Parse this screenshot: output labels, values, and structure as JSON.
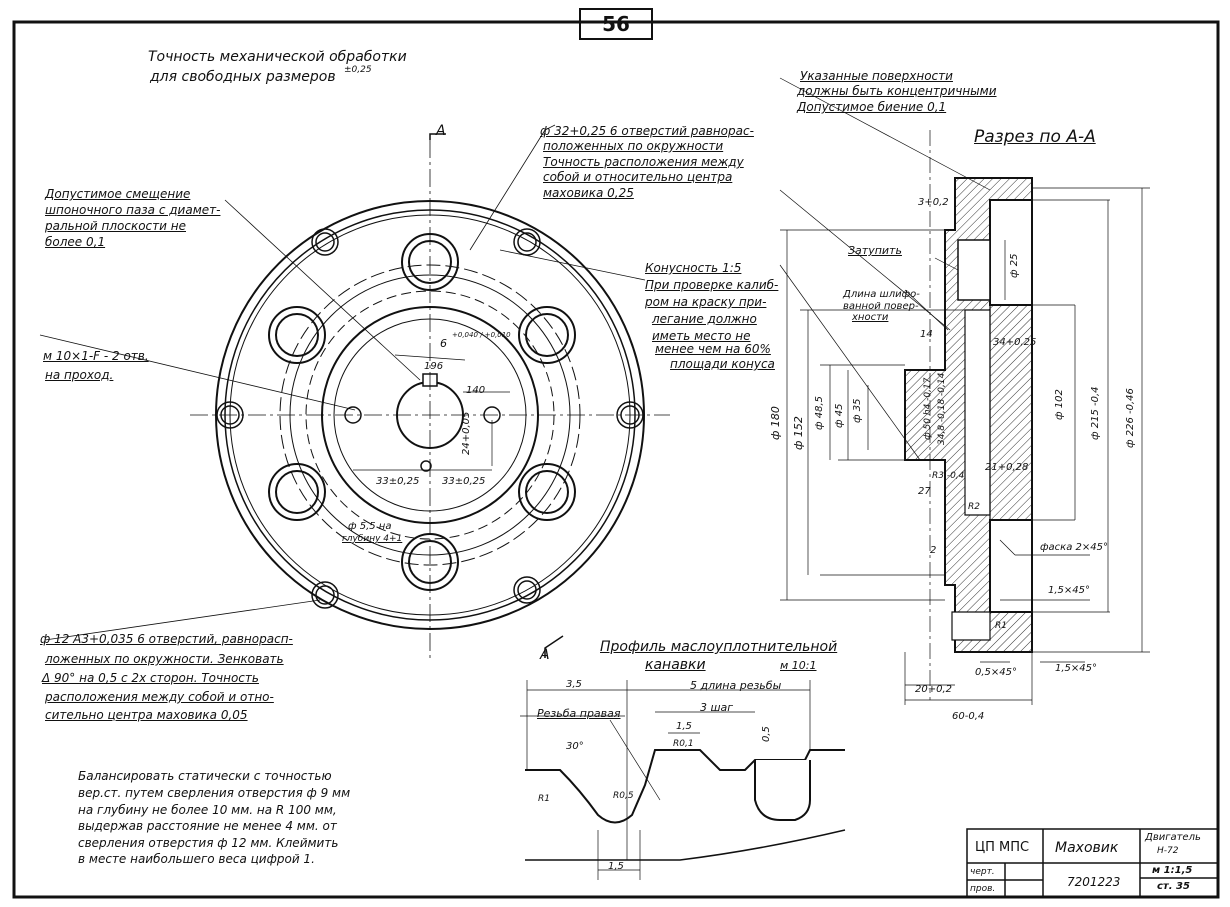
{
  "page_number": "56",
  "notes": {
    "machining_tolerance_line1": "Точность механической обработки",
    "machining_tolerance_line2": "для свободных размеров",
    "machining_tolerance_value": "±0,25",
    "holes_32_line1": "ф 32+0,25 6 отверстий равноpас-",
    "holes_32_line2": "положенных по окружности",
    "holes_32_line3": "Точность расположения между",
    "holes_32_line4": "собой и относительно центра",
    "holes_32_line5": "маховика 0,25",
    "keyway_line1": "Допустимое смещение",
    "keyway_line2": "шпоночного паза с диамет-",
    "keyway_line3": "ральной плоскости не",
    "keyway_line4": "более 0,1",
    "thread_line1": "м 10×1-F - 2 отв.",
    "thread_line2": "на проход.",
    "cone_line1": "Конусность 1:5",
    "cone_line2": "При проверке калиб-",
    "cone_line3": "ром на краску при-",
    "cone_line4": "легание должно",
    "cone_line5": "иметь место не",
    "cone_line6": "менее чем на 60%",
    "cone_line7": "площади конуса",
    "concentric_line1": "Указанные поверхности",
    "concentric_line2": "должны быть концентричными",
    "concentric_line3": "Допустимое биение 0,1",
    "section_title": "Разрез по А-А",
    "blunt": "Затупить",
    "grind_line1": "Длина шлифо-",
    "grind_line2": "ванной повер-",
    "grind_line3": "хности",
    "holes_12_line1": "ф 12 А3+0,035 6 отверстий, равнорасп-",
    "holes_12_line2": "ложенных по окружности. Зенковать",
    "holes_12_line3": "Δ 90° на 0,5 с 2х сторон. Точность",
    "holes_12_line4": "расположения между собой и отно-",
    "holes_12_line5": "сительно центра маховика 0,05",
    "balance_line1": "Балансировать статически с точностью",
    "balance_line2": "вер.ст. путем сверления отверстия ф 9 мм",
    "balance_line3": "на глубину не более 10 мм. на R 100 мм,",
    "balance_line4": "выдержав расстояние не менее 4 мм. от",
    "balance_line5": "сверления отверстия ф 12 мм. Клеймить",
    "balance_line6": "в месте наибольшего веса цифрой 1.",
    "profile_line1": "Профиль маслоуплотнительной",
    "profile_line2": "канавки",
    "profile_scale": "м 10:1",
    "thread_right": "Резьба правая",
    "thread_length": "5 длина резьбы",
    "thread_pitch": "3 шаг",
    "hole_55_line1": "ф 5,5 на",
    "hole_55_line2": "глубину 4+1"
  },
  "section_marks": {
    "a_top": "А",
    "a_bottom": "А"
  },
  "front_dims": {
    "d196": "196",
    "d140": "140",
    "d6": "6",
    "d6_tol": "+0,040 / +0,010",
    "d24": "24+0,05",
    "d33_left": "33±0,25",
    "d33_right": "33±0,25"
  },
  "section_dims": {
    "d3": "3+0,2",
    "d25": "ф 25",
    "d14": "14",
    "d34": "34+0,25",
    "d180": "ф 180",
    "d152": "ф 152",
    "d485": "ф 48,5",
    "d45": "ф 45",
    "d35": "ф 35",
    "d50": "ф 50 h4 -0,17",
    "d342": "34,8 -0,18 -0,14",
    "d102": "ф 102",
    "d215": "ф 215 -0,4",
    "d226": "ф 226 -0,46",
    "d21": "21+0,28",
    "d27": "27",
    "r3": "R3 -0,4",
    "r2": "R2",
    "d2": "2",
    "chamfer_2": "фаска 2×45°",
    "chamfer_15a": "1,5×45°",
    "chamfer_05": "0,5×45°",
    "chamfer_15b": "1,5×45°",
    "r1": "R1",
    "d20": "20+0,2",
    "d60": "60-0,4"
  },
  "profile_dims": {
    "p35": "3,5",
    "p15a": "1,5",
    "p05": "0,5",
    "a30": "30°",
    "r01": "R0,1",
    "r05": "R0,5",
    "r1": "R1",
    "p15b": "1,5"
  },
  "title_block": {
    "org": "ЦП МПС",
    "part_name": "Маховик",
    "engine": "Двигатель",
    "engine_model": "Н-72",
    "drawn": "черт.",
    "checked": "пров.",
    "drawing_no": "7201223",
    "scale": "м 1:1,5",
    "sheet": "ст. 35"
  },
  "colors": {
    "ink": "#111111",
    "paper": "#ffffff",
    "hatch": "#333333"
  }
}
